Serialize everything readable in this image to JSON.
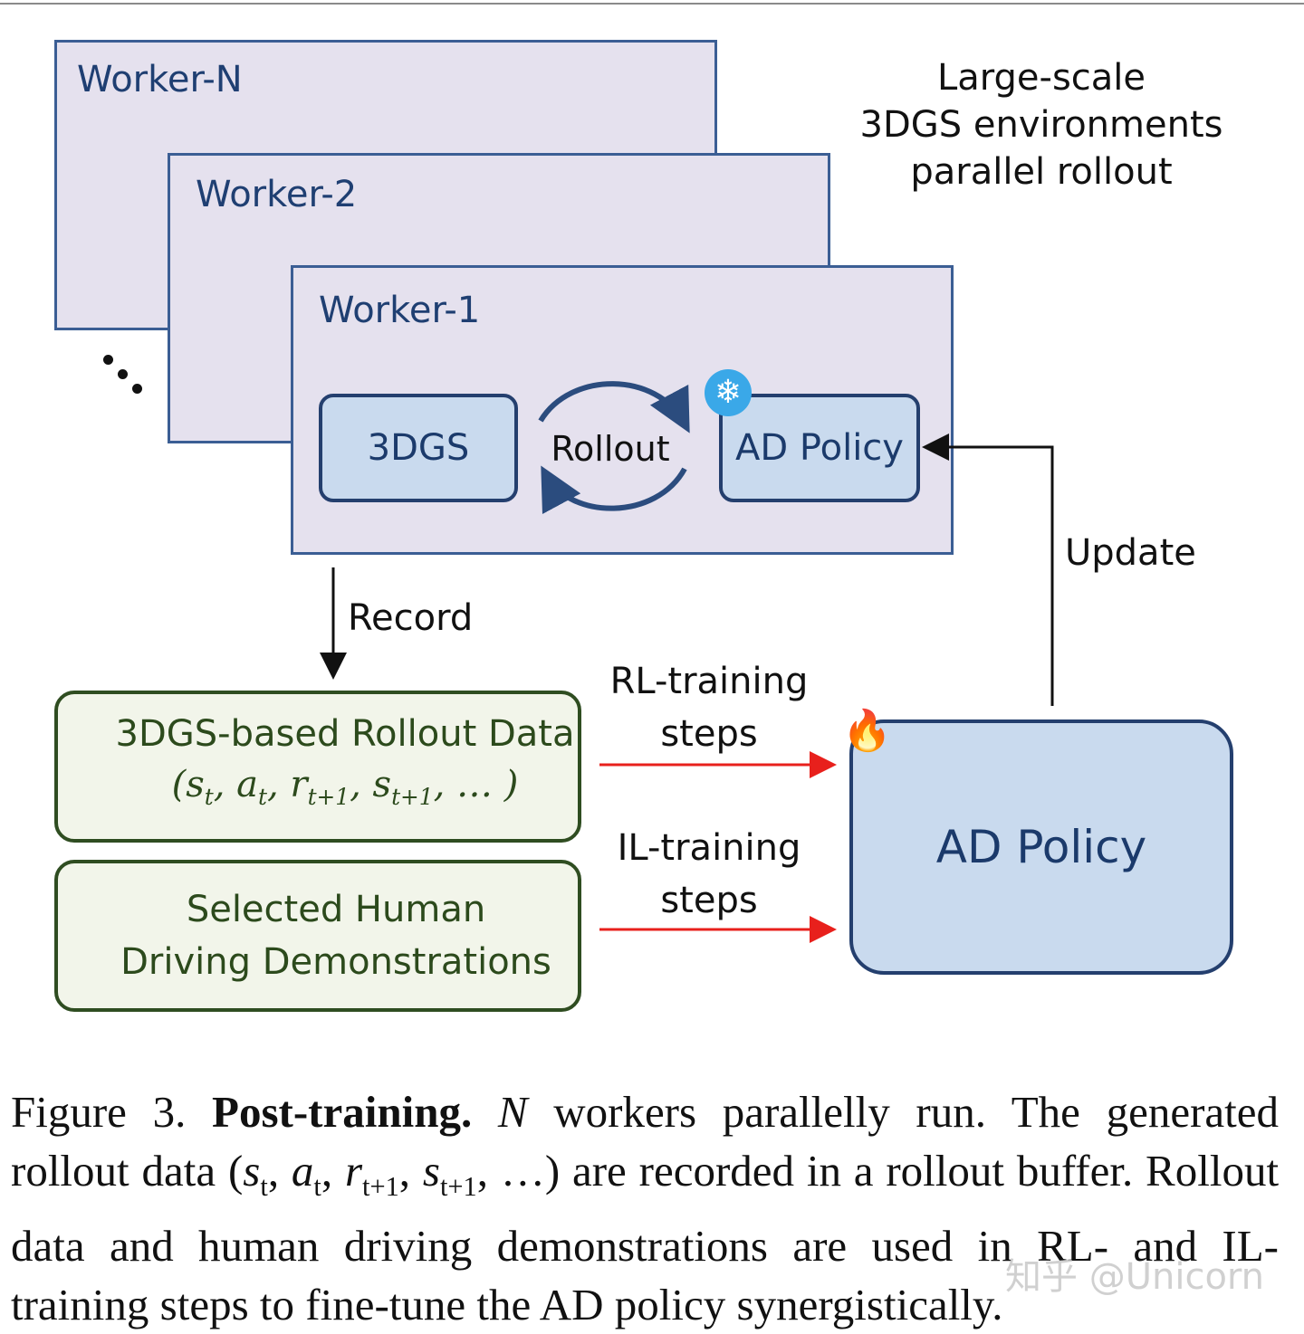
{
  "workers": [
    {
      "label": "Worker-N"
    },
    {
      "label": "Worker-2"
    },
    {
      "label": "Worker-1"
    }
  ],
  "ellipsis": "⋱",
  "header_note": [
    "Large-scale",
    "3DGS environments",
    "parallel rollout"
  ],
  "inner": {
    "gs_label": "3DGS",
    "rollout_label": "Rollout",
    "policy_label": "AD Policy",
    "frozen_icon": "snowflake-icon"
  },
  "record_label": "Record",
  "update_label": "Update",
  "rollout_data": {
    "title": "3DGS-based Rollout Data",
    "tuple": "(s_t, a_t, r_t+1, s_t+1, ...)"
  },
  "human_demo": {
    "line1": "Selected Human",
    "line2": "Driving Demonstrations"
  },
  "rl_steps": {
    "line1": "RL-training",
    "line2": "steps"
  },
  "il_steps": {
    "line1": "IL-training",
    "line2": "steps"
  },
  "policy_main": {
    "label": "AD Policy",
    "trainable_icon": "fire-icon"
  },
  "caption": {
    "fig": "Figure 3.",
    "bold": "Post-training.",
    "text1": "workers parallelly run. The generated rollout data",
    "text2": "are recorded in a rollout buffer. Rollout data and human driving demonstrations are used in RL- and IL-training steps to fine-tune the AD policy synergistically."
  },
  "watermark": "知乎 @Unicorn",
  "colors": {
    "arrow_red": "#e8201c",
    "border_blue": "#3b5e94",
    "box_blue": "#c9daee",
    "green": "#2f4d21"
  }
}
